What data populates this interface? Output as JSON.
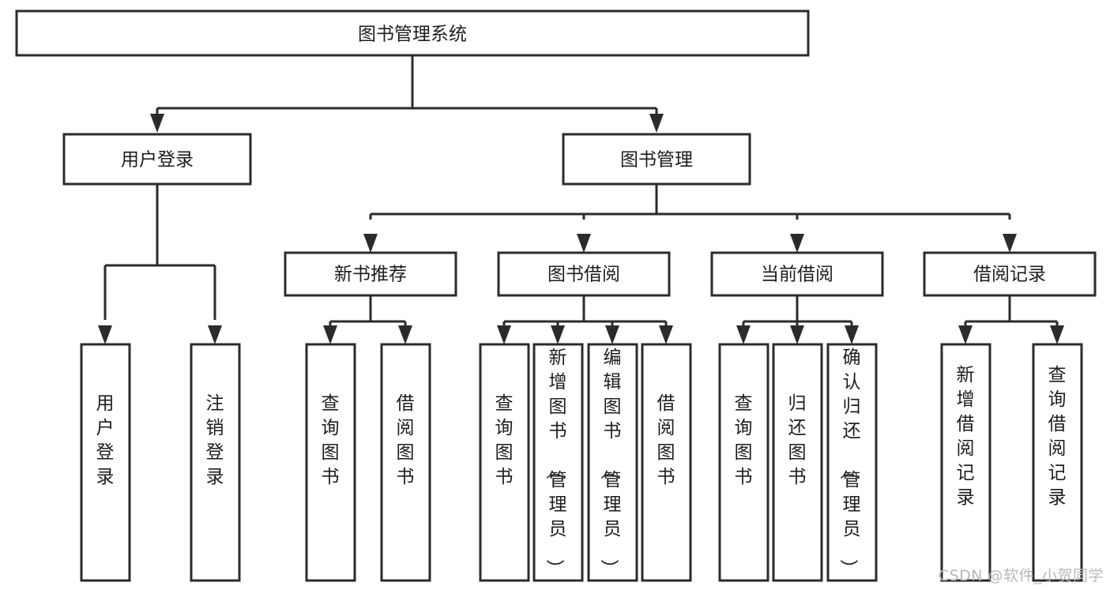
{
  "diagram": {
    "type": "tree-hierarchy-chart",
    "title": "图书管理系统",
    "background_color": "#ffffff",
    "line_color": "#2b2b2b",
    "box_fill": "#ffffff",
    "text_color": "#1d1d1d"
  },
  "nodes": {
    "root": {
      "label": "图书管理系统",
      "orientation": "horizontal"
    },
    "level2": [
      {
        "id": "user-login",
        "label": "用户登录",
        "orientation": "horizontal"
      },
      {
        "id": "book-management",
        "label": "图书管理",
        "orientation": "horizontal"
      }
    ],
    "level3": [
      {
        "id": "new-book-recommend",
        "label": "新书推荐",
        "orientation": "horizontal"
      },
      {
        "id": "book-borrow",
        "label": "图书借阅",
        "orientation": "horizontal"
      },
      {
        "id": "current-borrow",
        "label": "当前借阅",
        "orientation": "horizontal"
      },
      {
        "id": "borrow-record",
        "label": "借阅记录",
        "orientation": "horizontal"
      }
    ],
    "leaves": {
      "user-login": [
        {
          "id": "leaf-user-login",
          "label": "用户登录",
          "orientation": "vertical"
        },
        {
          "id": "leaf-logout",
          "label": "注销登录",
          "orientation": "vertical"
        }
      ],
      "new-book-recommend": [
        {
          "id": "leaf-query-book-1",
          "label": "查询图书",
          "orientation": "vertical"
        },
        {
          "id": "leaf-borrow-book-1",
          "label": "借阅图书",
          "orientation": "vertical"
        }
      ],
      "book-borrow": [
        {
          "id": "leaf-query-book-2",
          "label": "查询图书",
          "orientation": "vertical"
        },
        {
          "id": "leaf-add-book",
          "label": "新增图书（管理员）",
          "orientation": "vertical"
        },
        {
          "id": "leaf-edit-book",
          "label": "编辑图书（管理员）",
          "orientation": "vertical"
        },
        {
          "id": "leaf-borrow-book-2",
          "label": "借阅图书",
          "orientation": "vertical"
        }
      ],
      "current-borrow": [
        {
          "id": "leaf-query-book-3",
          "label": "查询图书",
          "orientation": "vertical"
        },
        {
          "id": "leaf-return-book",
          "label": "归还图书",
          "orientation": "vertical"
        },
        {
          "id": "leaf-confirm-return",
          "label": "确认归还（管理员）",
          "orientation": "vertical"
        }
      ],
      "borrow-record": [
        {
          "id": "leaf-add-record",
          "label": "新增借阅记录",
          "orientation": "vertical"
        },
        {
          "id": "leaf-query-record",
          "label": "查询借阅记录",
          "orientation": "vertical"
        }
      ]
    }
  },
  "watermark": {
    "text": "CSDN @软件_小贺同学",
    "color": "#b9b9b9"
  }
}
